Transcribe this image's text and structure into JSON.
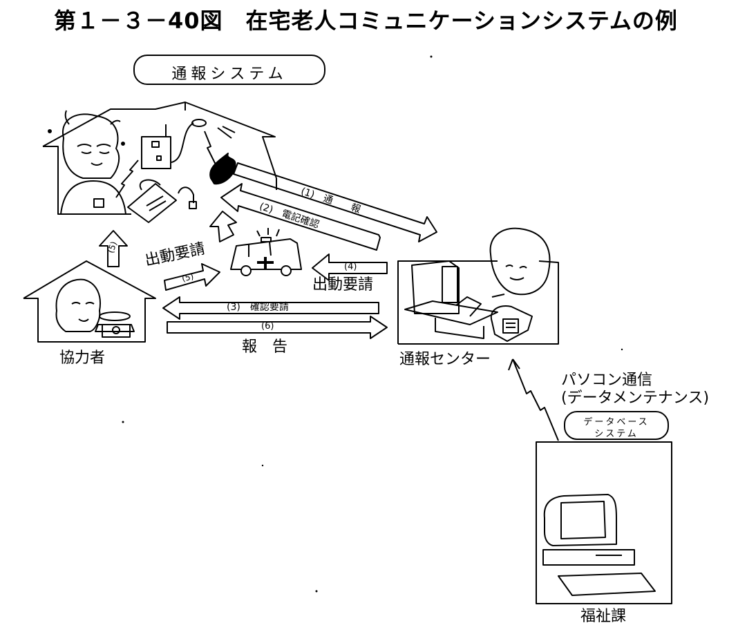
{
  "title": "第１－３－40図　在宅老人コミュニケーションシステムの例",
  "system_label": "通報システム",
  "arrows": {
    "a1": "(1)　通　　報",
    "a2": "(2)　電記確認",
    "a3": "(3)　確認要請",
    "a4": "(4)",
    "a5": "(5)",
    "a6": "(6)"
  },
  "labels": {
    "dispatch_request_left": "出動要請",
    "dispatch_request_right": "出動要請",
    "report": "報　告",
    "cooperator": "協力者",
    "center": "通報センター",
    "pc_comm_line1": "パソコン通信",
    "pc_comm_line2": "(データメンテナンス)",
    "db_line1": "データベース",
    "db_line2": "システム",
    "welfare": "福祉課"
  },
  "icons": [
    "elderly-person-icon",
    "emergency-transmitter-icon",
    "smoke-detector-icon",
    "flame-icon",
    "pendant-caller-icon",
    "woman-telephone-icon",
    "ambulance-icon",
    "operator-icon",
    "computer-printer-icon",
    "desktop-computer-icon",
    "lightning-signal-icon"
  ]
}
